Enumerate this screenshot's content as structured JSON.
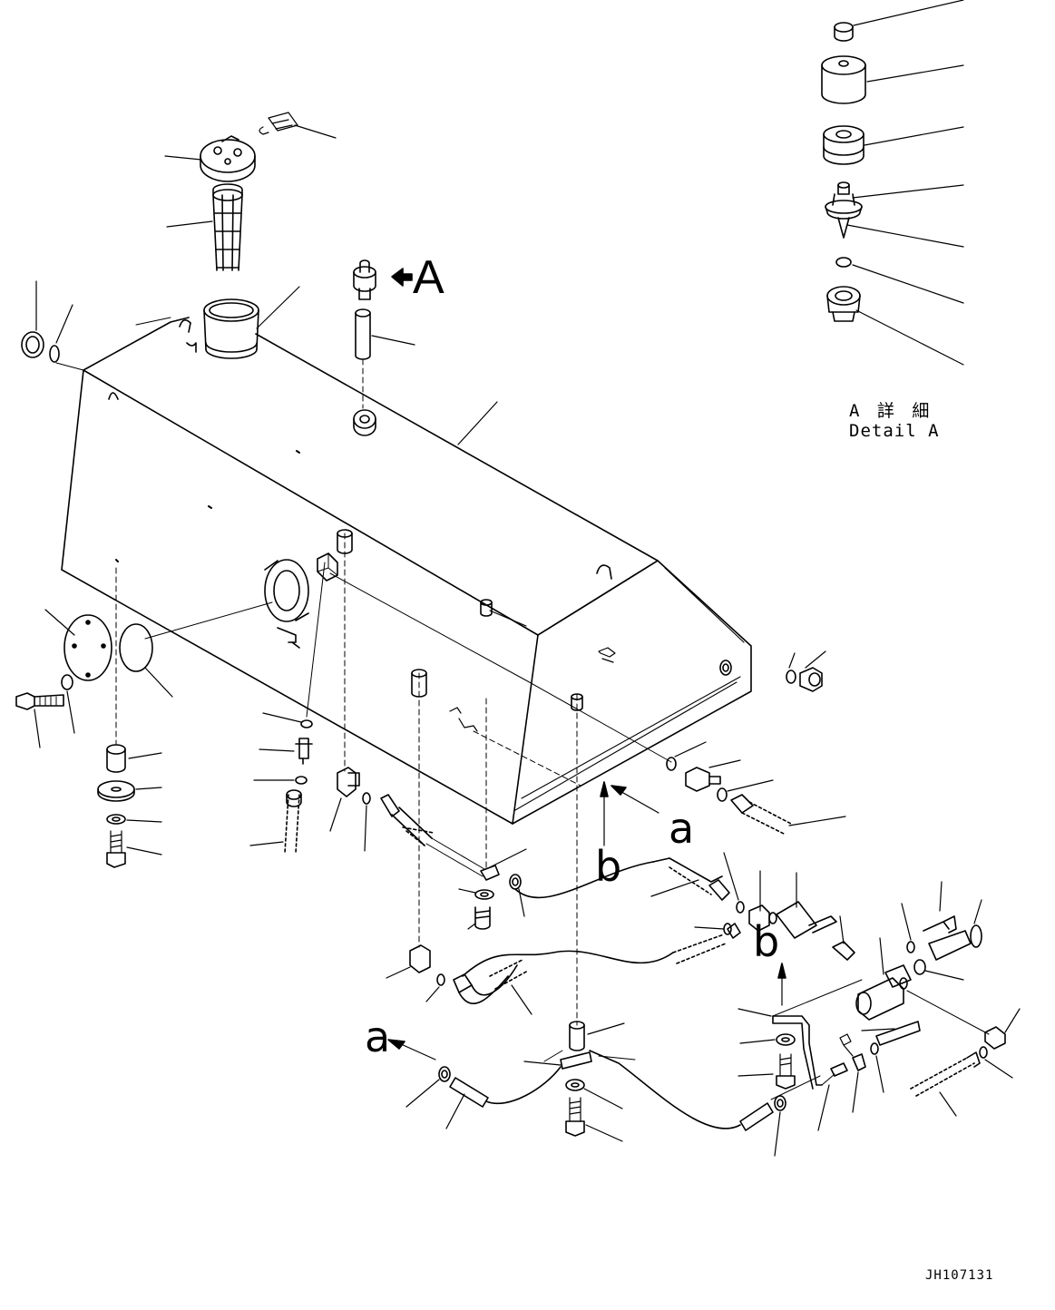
{
  "labels": {
    "callout_a": "A",
    "detail_a_jp": "A 詳 細",
    "detail_a_en": "Detail A",
    "flow_a_right": "a",
    "flow_b_mid": "b",
    "flow_b_right": "b",
    "flow_a_left": "a",
    "drawing_id": "JH107131"
  },
  "colors": {
    "line": "#000000",
    "background": "#ffffff"
  }
}
